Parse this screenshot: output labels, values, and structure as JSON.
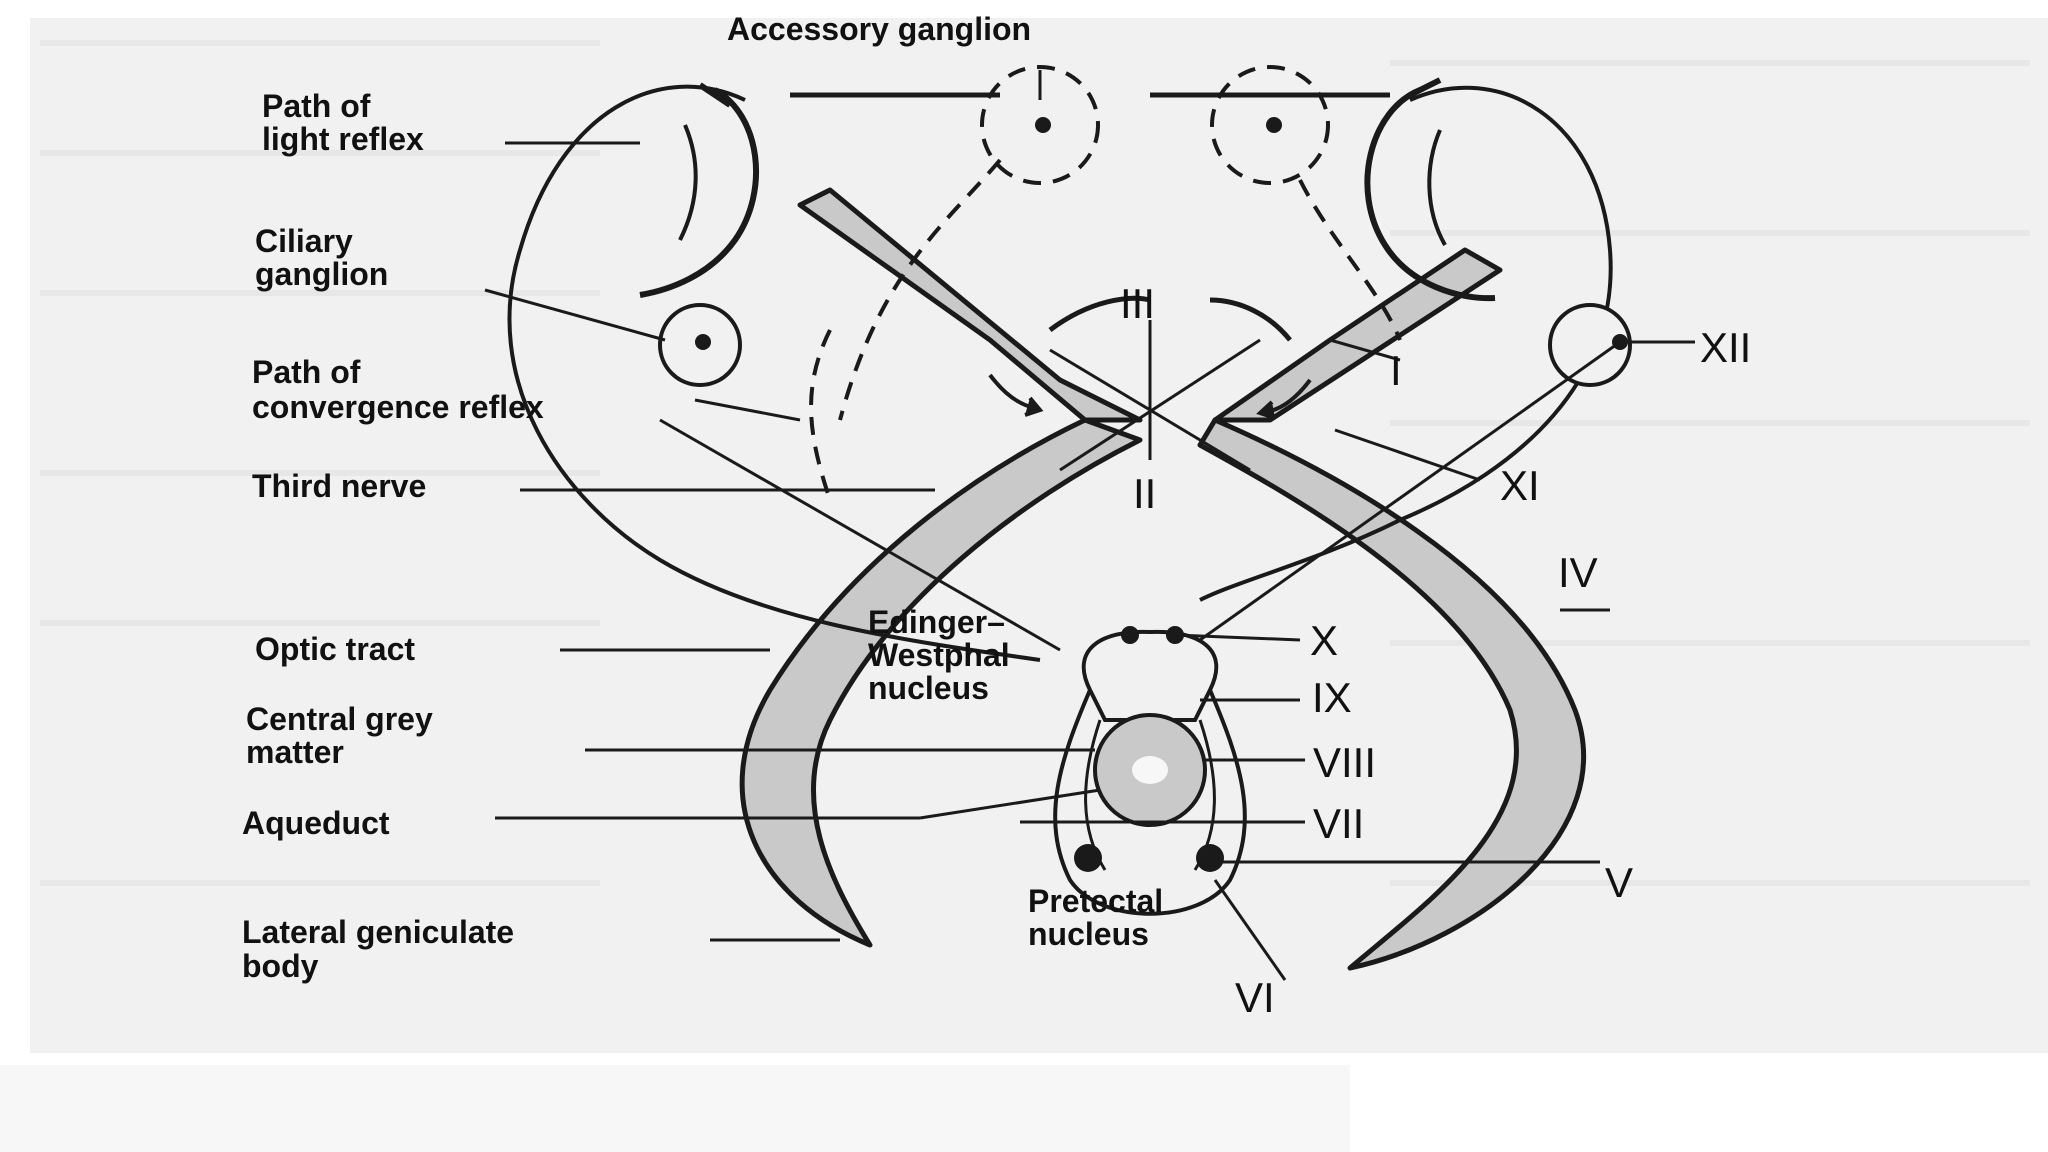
{
  "labels": {
    "accessory_ganglion": "Accessory ganglion",
    "path_light_1": "Path of",
    "path_light_2": "light reflex",
    "ciliary_1": "Ciliary",
    "ciliary_2": "ganglion",
    "path_conv_1": "Path of",
    "path_conv_2": "convergence reflex",
    "third_nerve": "Third nerve",
    "optic_tract": "Optic tract",
    "cgm_1": "Central grey",
    "cgm_2": "matter",
    "aqueduct": "Aqueduct",
    "lgb_1": "Lateral geniculate",
    "lgb_2": "body",
    "ew_1": "Edinger–",
    "ew_2": "Westphal",
    "ew_3": "nucleus",
    "pretectal_1": "Pretectal",
    "pretectal_2": "nucleus"
  },
  "numerals": {
    "I": "I",
    "II": "II",
    "III": "III",
    "IV": "IV",
    "V": "V",
    "VI": "VI",
    "VII": "VII",
    "VIII": "VIII",
    "IX": "IX",
    "X": "X",
    "XI": "XI",
    "XII": "XII"
  },
  "colors": {
    "pathway_fill": "#c9c9c9",
    "line": "#1a1a1a",
    "background_page": "#f1f1f1"
  }
}
